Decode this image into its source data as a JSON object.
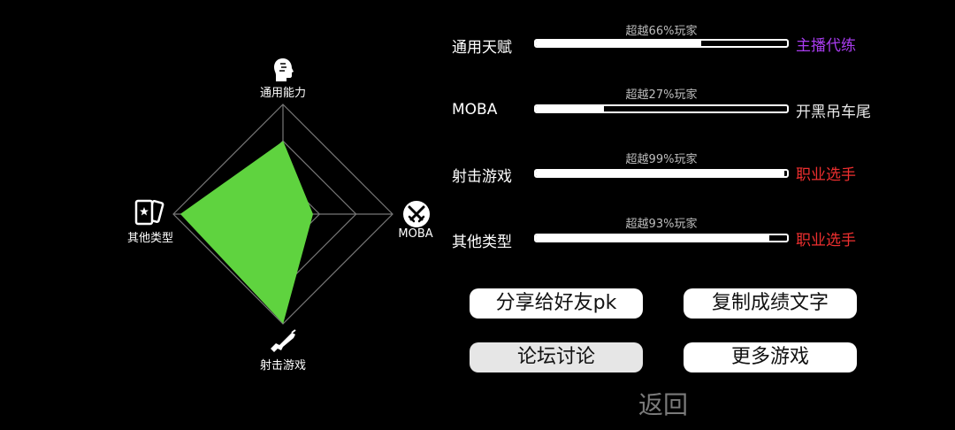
{
  "radar": {
    "axes": [
      {
        "label": "通用能力",
        "icon": "head-icon",
        "value": 0.66
      },
      {
        "label": "MOBA",
        "icon": "swords-icon",
        "value": 0.27
      },
      {
        "label": "射击游戏",
        "icon": "rifle-icon",
        "value": 0.99
      },
      {
        "label": "其他类型",
        "icon": "card-icon",
        "value": 0.93
      }
    ],
    "fill_color": "#5fd33f",
    "grid_color": "#777777"
  },
  "stats": [
    {
      "label": "通用天赋",
      "caption": "超越66%玩家",
      "percent": 66,
      "rank": "主播代练",
      "rank_color": "#a93cf0"
    },
    {
      "label": "MOBA",
      "caption": "超越27%玩家",
      "percent": 27,
      "rank": "开黑吊车尾",
      "rank_color": "#e8e8e8"
    },
    {
      "label": "射击游戏",
      "caption": "超越99%玩家",
      "percent": 99,
      "rank": "职业选手",
      "rank_color": "#ee2f2f"
    },
    {
      "label": "其他类型",
      "caption": "超越93%玩家",
      "percent": 93,
      "rank": "职业选手",
      "rank_color": "#ee2f2f"
    }
  ],
  "buttons": {
    "share": "分享给好友pk",
    "copy": "复制成绩文字",
    "forum": "论坛讨论",
    "more": "更多游戏",
    "back": "返回"
  }
}
